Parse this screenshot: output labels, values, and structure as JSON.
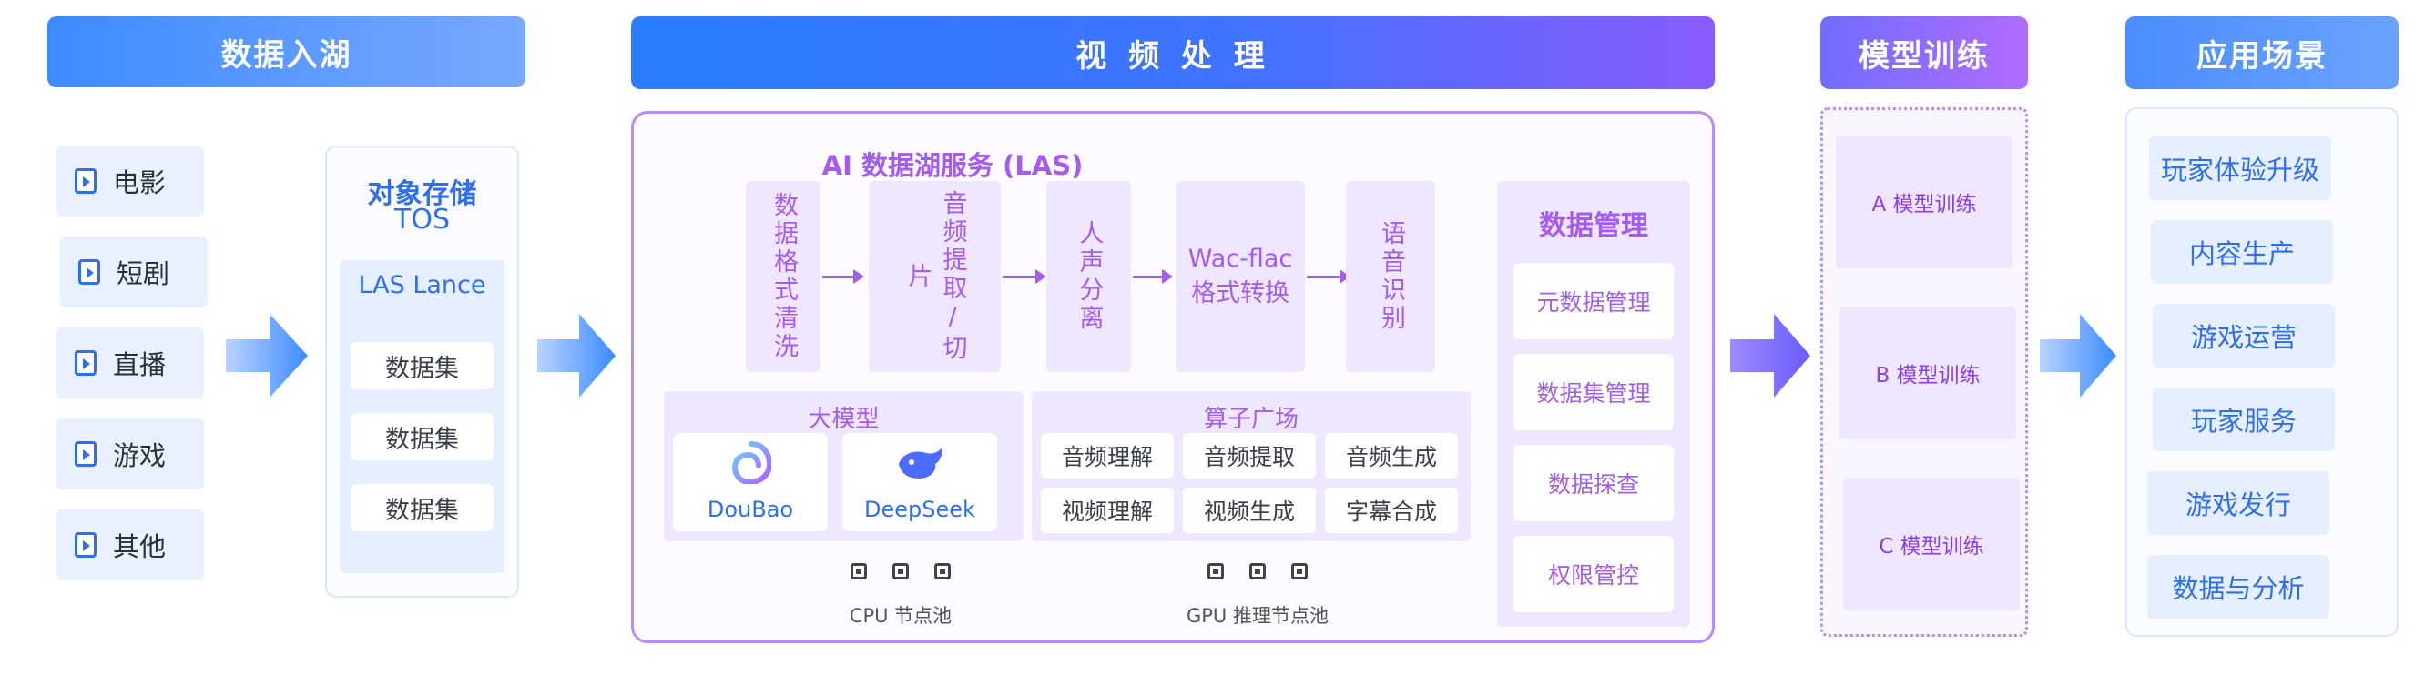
{
  "headers": {
    "ingest": "数据入湖",
    "video": "视 频 处 理",
    "training": "模型训练",
    "apps": "应用场景"
  },
  "sources": [
    {
      "label": "电影",
      "icon": "play-file-icon"
    },
    {
      "label": "短剧",
      "icon": "play-file-icon"
    },
    {
      "label": "直播",
      "icon": "play-file-icon"
    },
    {
      "label": "游戏",
      "icon": "play-file-icon"
    },
    {
      "label": "其他",
      "icon": "play-file-icon"
    }
  ],
  "storage": {
    "title": "对象存储",
    "subtitle": "TOS",
    "lance": "LAS Lance",
    "datasets": [
      "数据集",
      "数据集",
      "数据集"
    ]
  },
  "las": {
    "title": "AI 数据湖服务 (LAS)",
    "steps": [
      "数据格式清洗",
      "音频提取/切片",
      "人声分离",
      "Wac-flac格式转换",
      "语音识别"
    ],
    "big_model": {
      "title": "大模型",
      "models": [
        "DouBao",
        "DeepSeek"
      ]
    },
    "operators": {
      "title": "算子广场",
      "items": [
        "音频理解",
        "音频提取",
        "音频生成",
        "视频理解",
        "视频生成",
        "字幕合成"
      ]
    },
    "cpu_pool": "CPU 节点池",
    "gpu_pool": "GPU 推理节点池",
    "data_mgmt": {
      "title": "数据管理",
      "items": [
        "元数据管理",
        "数据集管理",
        "数据探查",
        "权限管控"
      ]
    }
  },
  "training": [
    "A 模型训练",
    "B 模型训练",
    "C 模型训练"
  ],
  "apps": [
    "玩家体验升级",
    "内容生产",
    "游戏运营",
    "玩家服务",
    "游戏发行",
    "数据与分析"
  ],
  "colors": {
    "blue": "#3d8bff",
    "purple": "#a45cf0",
    "las_border": "#b68cff"
  }
}
